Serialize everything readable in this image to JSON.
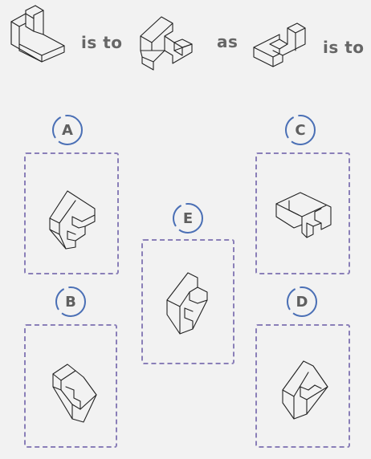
{
  "question": {
    "connector_1": "is to",
    "connector_2": "as",
    "connector_3": "is to"
  },
  "options": [
    {
      "label": "A"
    },
    {
      "label": "B"
    },
    {
      "label": "C"
    },
    {
      "label": "D"
    },
    {
      "label": "E"
    }
  ],
  "colors": {
    "background": "#f2f2f2",
    "text": "#666666",
    "frame_border": "#8a7fb8",
    "badge_ring": "#4a6fb5",
    "line": "#222222"
  }
}
